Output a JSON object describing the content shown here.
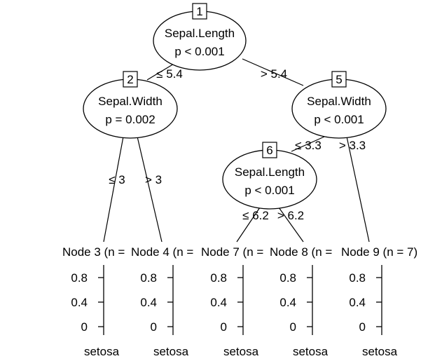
{
  "inner_nodes": [
    {
      "id": "1",
      "variable": "Sepal.Length",
      "pvalue": "p < 0.001"
    },
    {
      "id": "2",
      "variable": "Sepal.Width",
      "pvalue": "p = 0.002"
    },
    {
      "id": "5",
      "variable": "Sepal.Width",
      "pvalue": "p < 0.001"
    },
    {
      "id": "6",
      "variable": "Sepal.Length",
      "pvalue": "p < 0.001"
    }
  ],
  "edges": [
    {
      "from": "1",
      "to": "2",
      "label": "≤ 5.4"
    },
    {
      "from": "1",
      "to": "5",
      "label": "> 5.4"
    },
    {
      "from": "2",
      "to": "3",
      "label": "≤ 3"
    },
    {
      "from": "2",
      "to": "4",
      "label": "> 3"
    },
    {
      "from": "5",
      "to": "6",
      "label": "≤ 3.3"
    },
    {
      "from": "5",
      "to": "9",
      "label": "> 3.3"
    },
    {
      "from": "6",
      "to": "7",
      "label": "≤ 6.2"
    },
    {
      "from": "6",
      "to": "8",
      "label": "> 6.2"
    }
  ],
  "terminal_nodes": [
    {
      "id": "3",
      "title": "Node 3 (n = ",
      "category": "setosa"
    },
    {
      "id": "4",
      "title": "Node 4 (n = ",
      "category": "setosa"
    },
    {
      "id": "7",
      "title": "Node 7 (n = ",
      "category": "setosa"
    },
    {
      "id": "8",
      "title": "Node 8 (n = ",
      "category": "setosa"
    },
    {
      "id": "9",
      "title": "Node 9 (n = 7)",
      "category": "setosa"
    }
  ],
  "axis_ticks": [
    "0.8",
    "0.4",
    "0"
  ]
}
